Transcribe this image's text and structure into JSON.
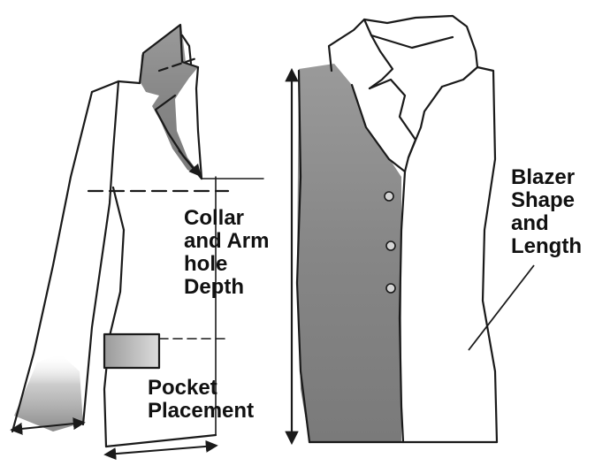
{
  "labels": {
    "collar_armhole": [
      "Collar",
      "and Arm",
      "hole",
      "Depth"
    ],
    "pocket": [
      "Pocket",
      "Placement"
    ],
    "blazer": [
      "Blazer",
      "Shape",
      "and",
      "Length"
    ]
  },
  "colors": {
    "ink": "#1a1a1a",
    "shade": "#8c8c8c",
    "shade_dark": "#6f6f6f",
    "paper": "#ffffff"
  }
}
